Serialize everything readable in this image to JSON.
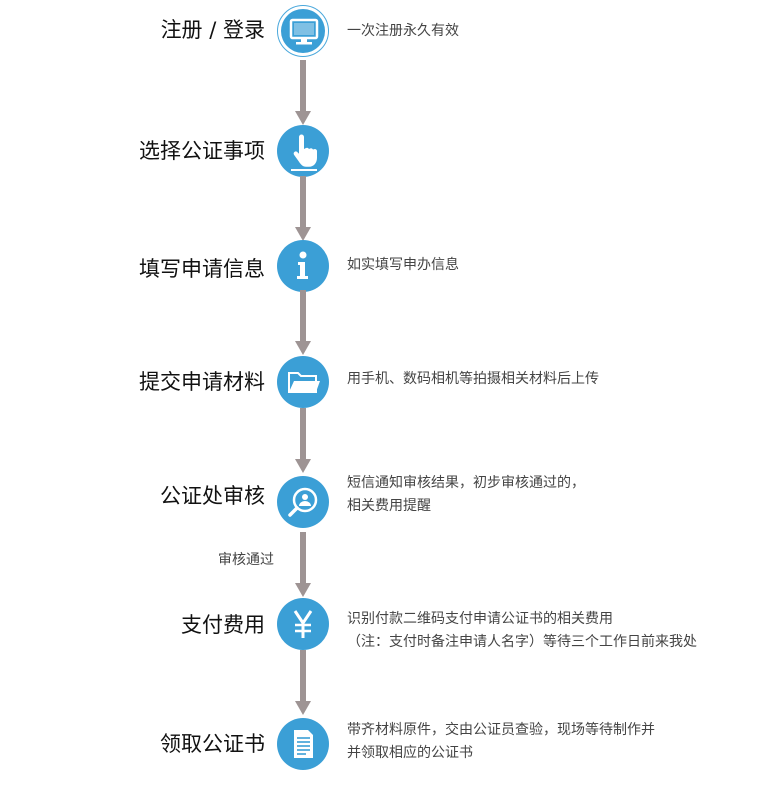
{
  "steps": [
    {
      "title": "注册 / 登录",
      "icon": "monitor-icon",
      "desc": [
        "一次注册永久有效"
      ]
    },
    {
      "title": "选择公证事项",
      "icon": "pointing-hand-icon",
      "desc": []
    },
    {
      "title": "填写申请信息",
      "icon": "info-icon",
      "desc": [
        "如实填写申办信息"
      ]
    },
    {
      "title": "提交申请材料",
      "icon": "folder-icon",
      "desc": [
        "用手机、数码相机等拍摄相关材料后上传"
      ]
    },
    {
      "title": "公证处审核",
      "icon": "review-icon",
      "desc": [
        "短信通知审核结果，初步审核通过的，",
        "相关费用提醒"
      ]
    },
    {
      "title": "支付费用",
      "icon": "yen-icon",
      "desc": [
        "识别付款二维码支付申请公证书的相关费用",
        "（注：支付时备注申请人名字）等待三个工作日前来我处"
      ]
    },
    {
      "title": "领取公证书",
      "icon": "document-icon",
      "desc": [
        "带齐材料原件，交由公证员查验，现场等待制作并",
        "并领取相应的公证书"
      ]
    }
  ],
  "arrow_label": "审核通过",
  "colors": {
    "icon_blue": "#3b9fd6",
    "arrow_gray": "#9e9494"
  }
}
